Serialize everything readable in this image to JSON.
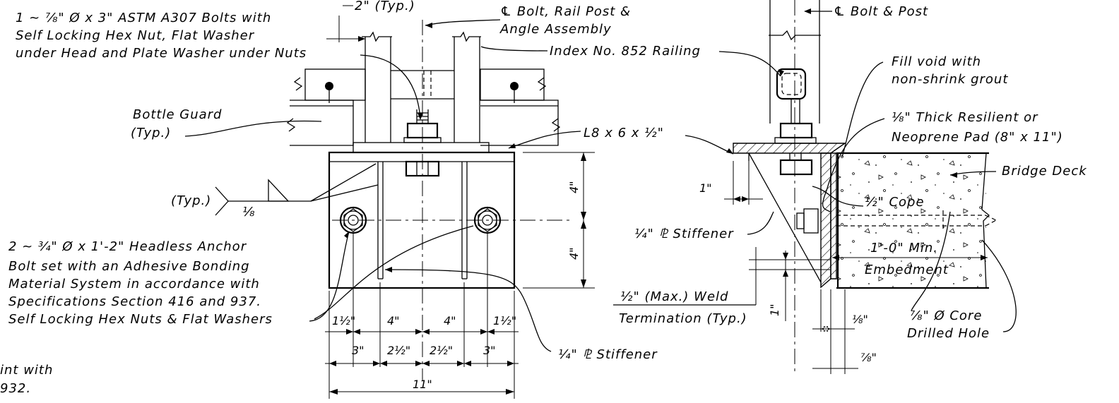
{
  "notes": {
    "bolts_note": [
      "1 ~ ⅞\" Ø x 3\" ASTM A307 Bolts with",
      "Self Locking Hex Nut, Flat Washer",
      "under Head and Plate Washer under Nuts"
    ],
    "typ_2in": "2\" (Typ.)",
    "cl_bolt_rail": [
      "℄ Bolt, Rail Post &",
      "Angle Assembly"
    ],
    "index_railing": "Index No. 852 Railing",
    "cl_bolt_post": "℄ Bolt & Post",
    "fill_void": [
      "Fill void with",
      "non-shrink grout"
    ],
    "pad_note": [
      "⅛\" Thick Resilient or",
      "Neoprene Pad (8\" x 11\")"
    ],
    "bottle_guard": [
      "Bottle Guard",
      "(Typ.)"
    ],
    "angle": "L8 x 6 x ½\"",
    "bridge_deck": "Bridge Deck",
    "weld_typ": "(Typ.)",
    "weld_size": "⅛",
    "cope": "½\" Cope",
    "stiffener_right": "¼\" ⅊ Stiffener",
    "stiffener_bottom": "¼\" ⅊ Stiffener",
    "anchor_note": [
      "2 ~ ¾\" Ø x 1'-2\" Headless Anchor",
      "Bolt set with an Adhesive Bonding",
      "Material System in accordance with",
      "Specifications Section 416 and 937.",
      "Self Locking Hex Nuts & Flat Washers"
    ],
    "min_embed": [
      "1'-0\" Min.",
      "Embedment"
    ],
    "weld_termination": [
      "½\" (Max.) Weld",
      "Termination (Typ.)"
    ],
    "core_hole": [
      "⅞\" Ø Core",
      "Drilled Hole"
    ],
    "left_cut": [
      "int with",
      "932."
    ]
  },
  "dims": {
    "d_4in_top": "4\"",
    "d_4in_bot": "4\"",
    "row1": [
      "1½\"",
      "4\"",
      "4\"",
      "1½\""
    ],
    "row2": [
      "3\"",
      "2½\"",
      "2½\"",
      "3\""
    ],
    "overall": "11\"",
    "d_1in_left": "1\"",
    "d_1in_vert": "1\"",
    "d_eighth": "⅛\"",
    "d_7_8": "⅞\""
  }
}
